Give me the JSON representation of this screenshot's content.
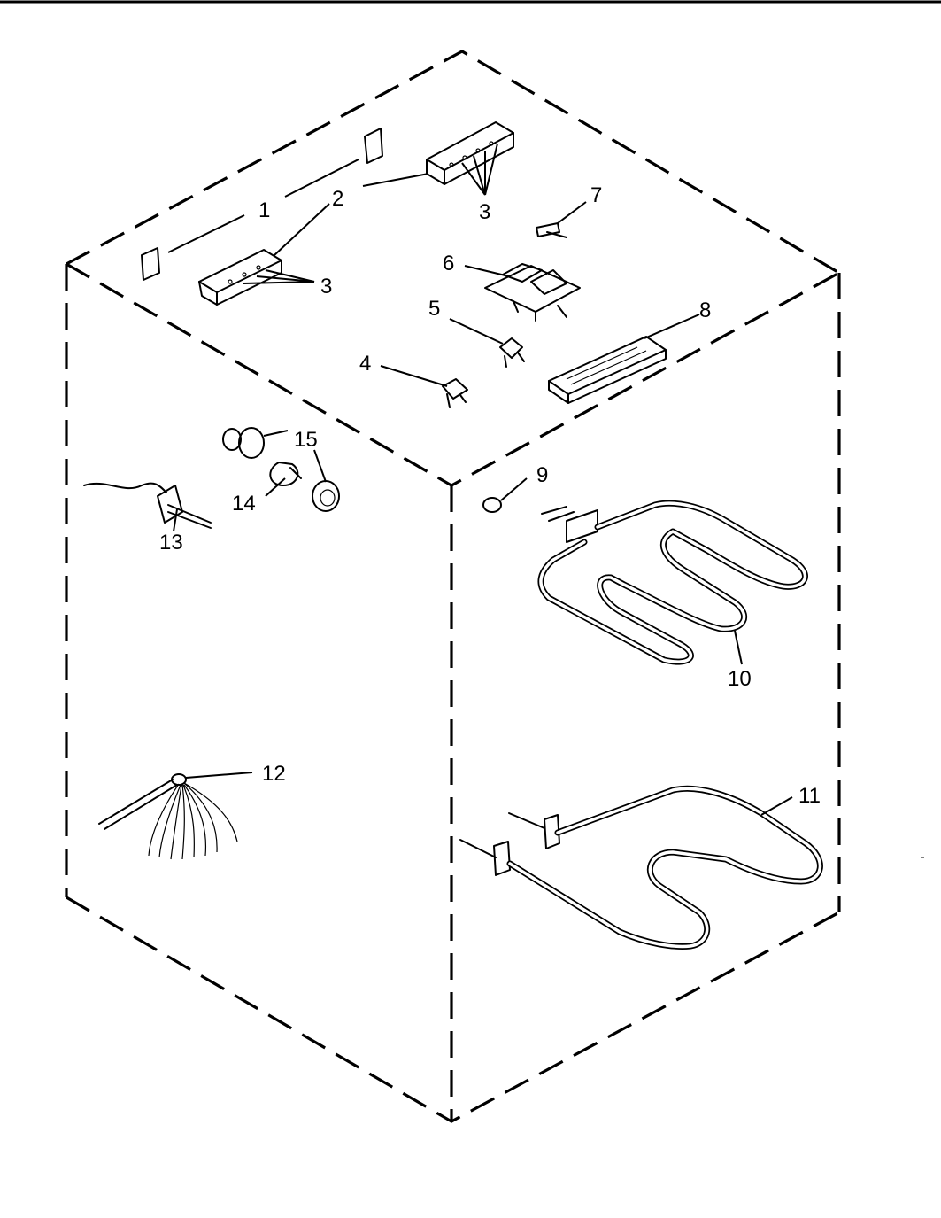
{
  "callouts": {
    "c1": "1",
    "c2a": "2",
    "c3a": "3",
    "c3b": "3",
    "c4": "4",
    "c5": "5",
    "c6": "6",
    "c7": "7",
    "c8": "8",
    "c9": "9",
    "c10": "10",
    "c11": "11",
    "c12": "12",
    "c13": "13",
    "c14": "14",
    "c15": "15"
  }
}
